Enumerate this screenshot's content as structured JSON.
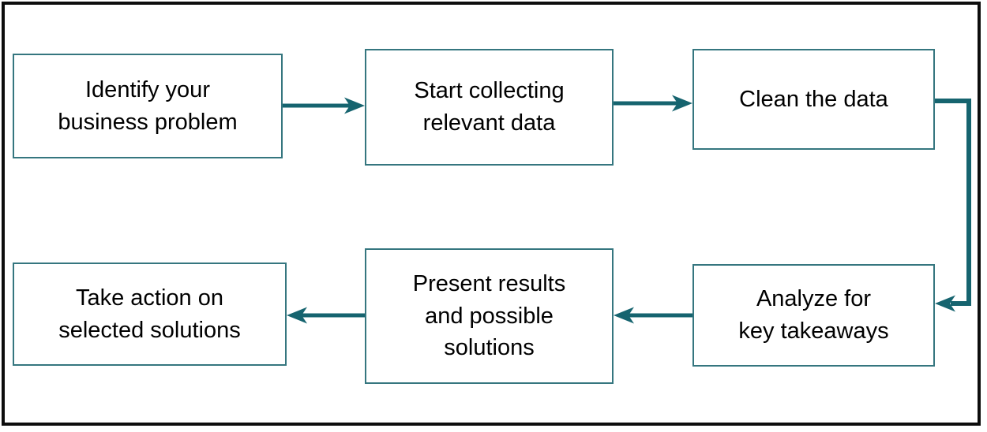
{
  "diagram": {
    "type": "flowchart",
    "nodes": [
      {
        "id": "identify-problem",
        "label": "Identify your\nbusiness problem"
      },
      {
        "id": "collect-data",
        "label": "Start collecting\nrelevant data"
      },
      {
        "id": "clean-data",
        "label": "Clean the data"
      },
      {
        "id": "analyze-takeaways",
        "label": "Analyze for\nkey takeaways"
      },
      {
        "id": "present-results",
        "label": "Present results\nand possible\nsolutions"
      },
      {
        "id": "take-action",
        "label": "Take action on\nselected solutions"
      }
    ],
    "connectors": [
      {
        "from": "identify-problem",
        "to": "collect-data",
        "style": "straight-right-arrow"
      },
      {
        "from": "collect-data",
        "to": "clean-data",
        "style": "straight-right-arrow"
      },
      {
        "from": "clean-data",
        "to": "analyze-takeaways",
        "style": "elbow-right-down-left-arrow"
      },
      {
        "from": "analyze-takeaways",
        "to": "present-results",
        "style": "straight-left-arrow"
      },
      {
        "from": "present-results",
        "to": "take-action",
        "style": "straight-left-arrow"
      }
    ],
    "colors": {
      "connector": "#16646f",
      "node_border": "#35767f",
      "node_fill": "#ffffff",
      "text": "#000000",
      "frame_border": "#0d0d0d"
    }
  }
}
